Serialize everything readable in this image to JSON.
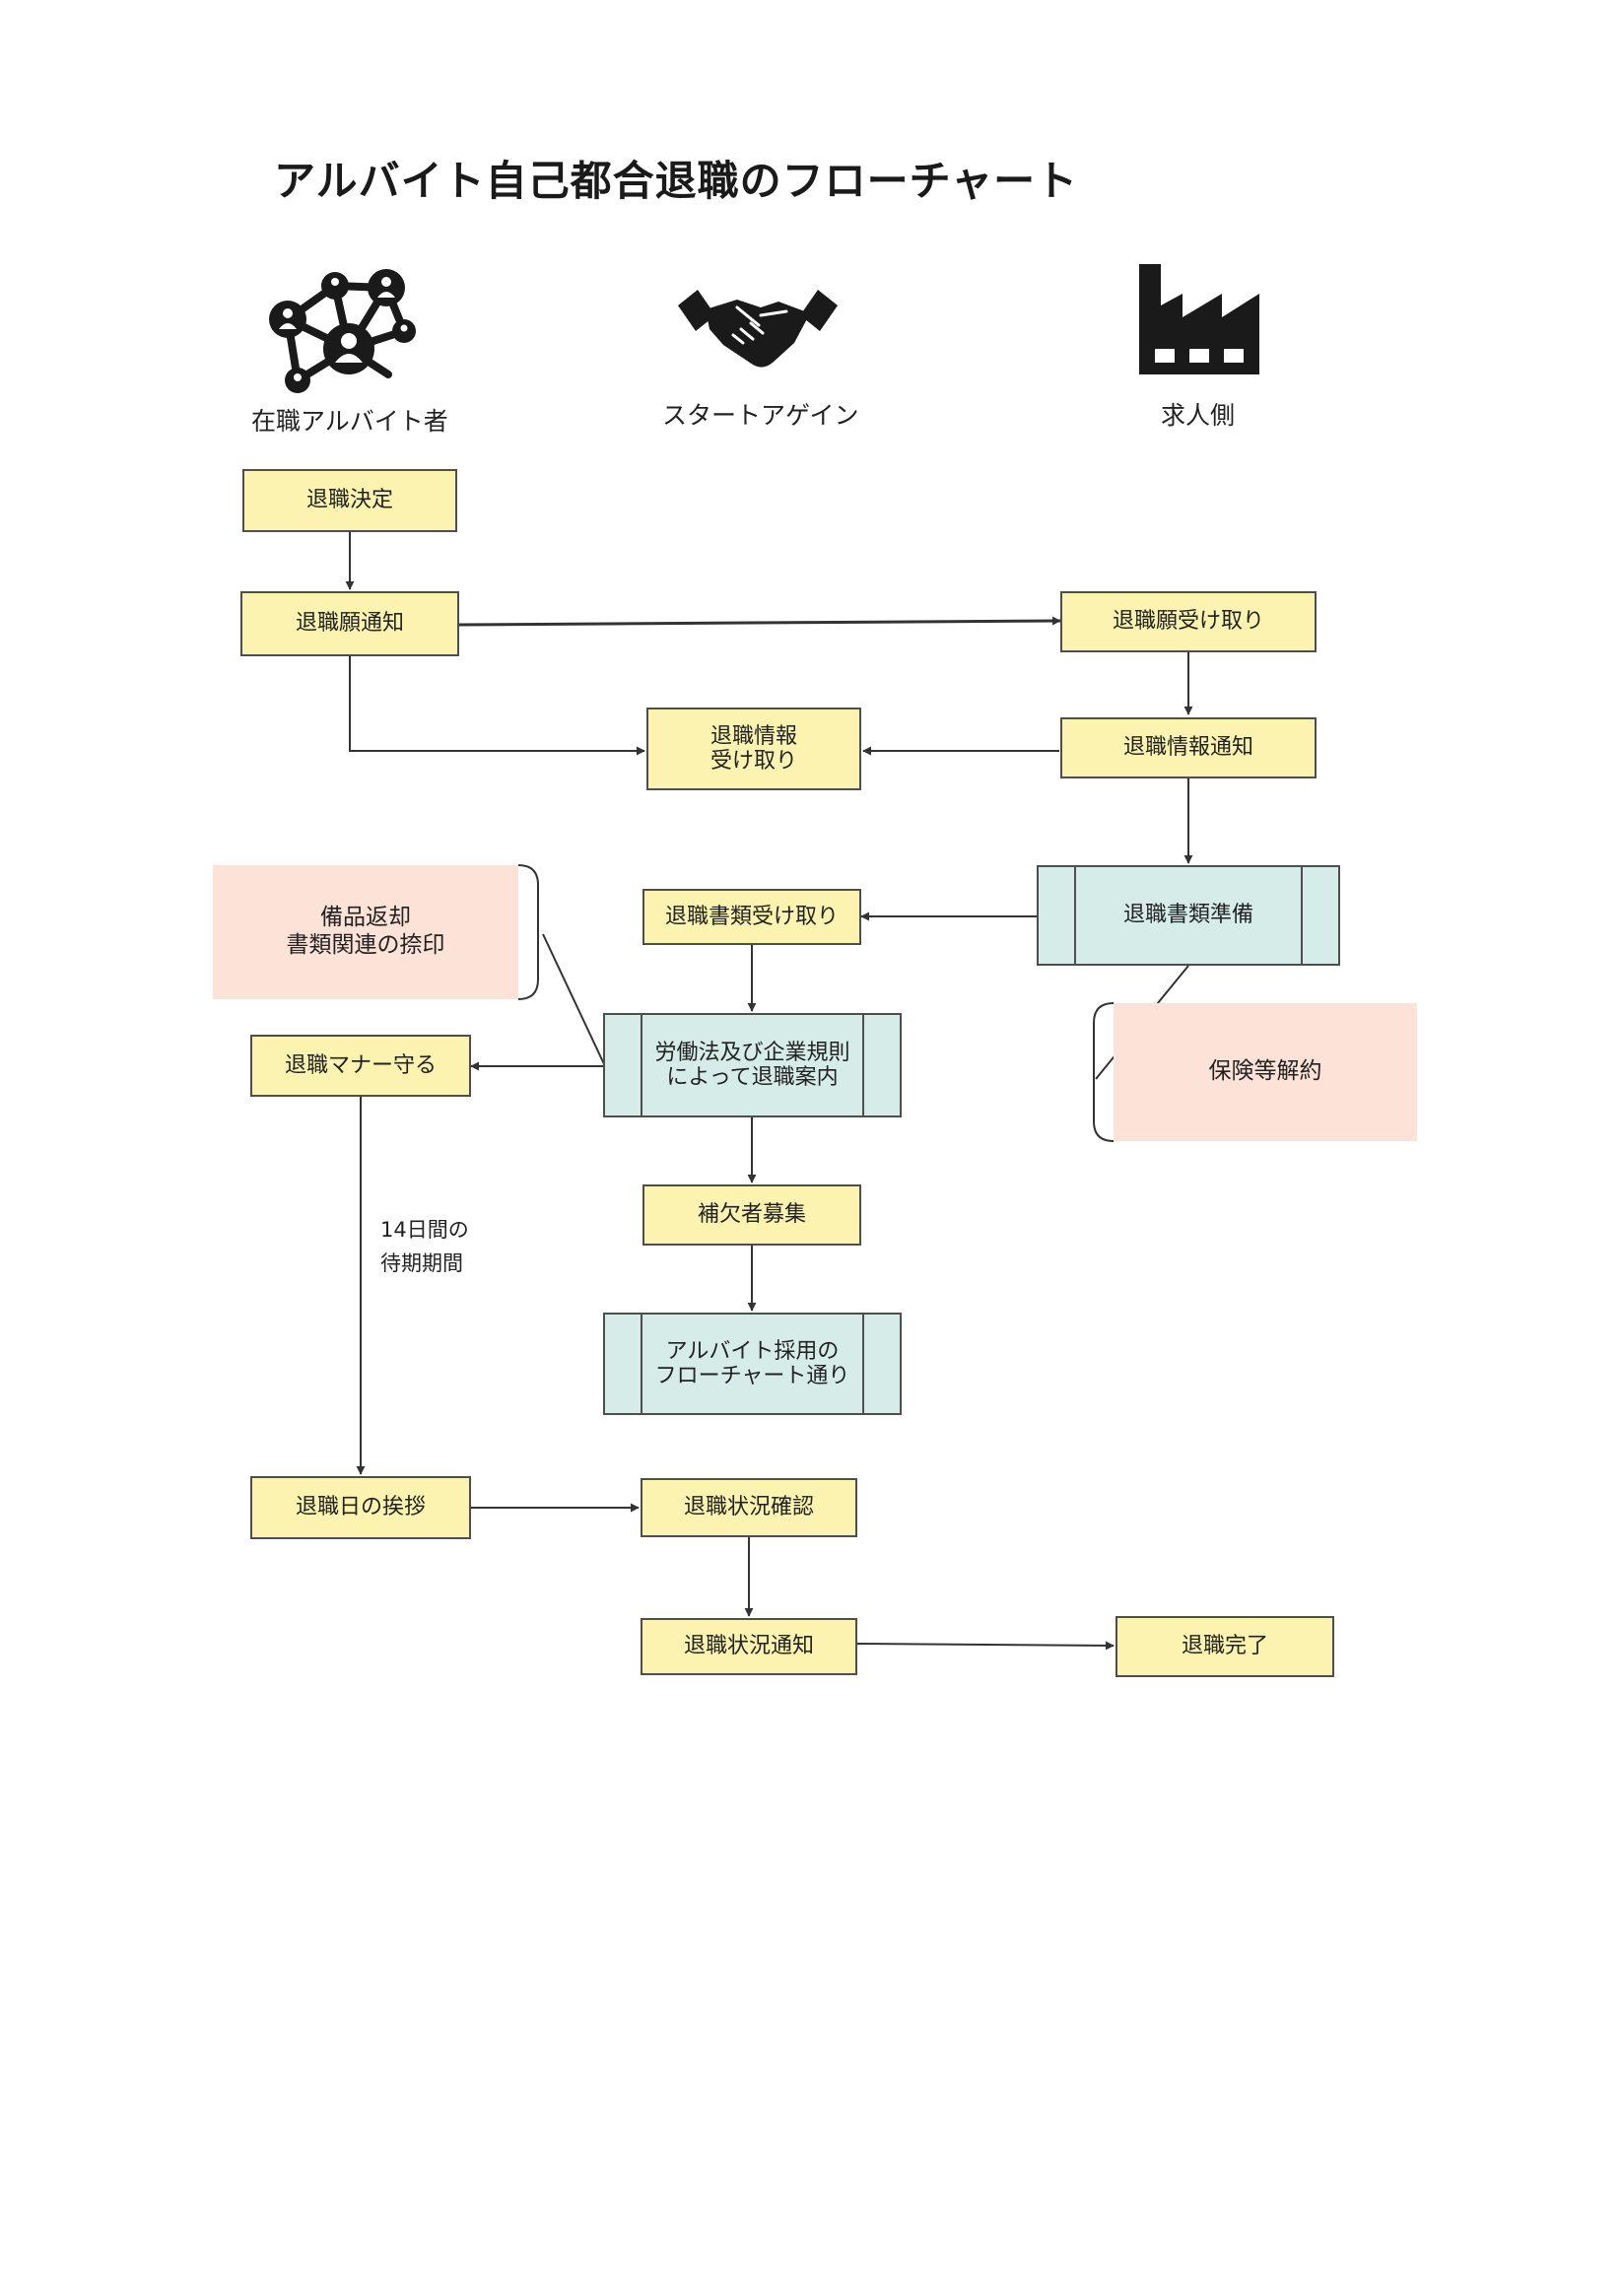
{
  "diagram": {
    "title": "アルバイト自己都合退職のフローチャート",
    "lanes": {
      "employee": {
        "label": "在職アルバイト者",
        "icon": "network-people-icon"
      },
      "middle": {
        "label": "スタートアゲイン",
        "icon": "handshake-icon"
      },
      "employer": {
        "label": "求人側",
        "icon": "factory-icon"
      }
    },
    "nodes": {
      "decide": "退職決定",
      "notify_request": "退職願通知",
      "receive_request": "退職願受け取り",
      "info_receive_1": "退職情報",
      "info_receive_2": "受け取り",
      "info_notify": "退職情報通知",
      "docs_prepare": "退職書類準備",
      "docs_receive": "退職書類受け取り",
      "guide_1": "労働法及び企業規則",
      "guide_2": "によって退職案内",
      "manners": "退職マナー守る",
      "recruit": "補欠者募集",
      "hiring_1": "アルバイト採用の",
      "hiring_2": "フローチャート通り",
      "farewell": "退職日の挨拶",
      "status_check": "退職状況確認",
      "status_notify": "退職状況通知",
      "complete": "退職完了"
    },
    "notes": {
      "equipment_1": "備品返却",
      "equipment_2": "書類関連の捺印",
      "insurance": "保険等解約"
    },
    "wait_period": {
      "line1": "14日間の",
      "line2": "待期期間"
    },
    "colors": {
      "process_fill": "#fcf3b0",
      "predefined_fill": "#d6ece8",
      "note_fill": "#fde2d8",
      "line": "#333333"
    }
  }
}
